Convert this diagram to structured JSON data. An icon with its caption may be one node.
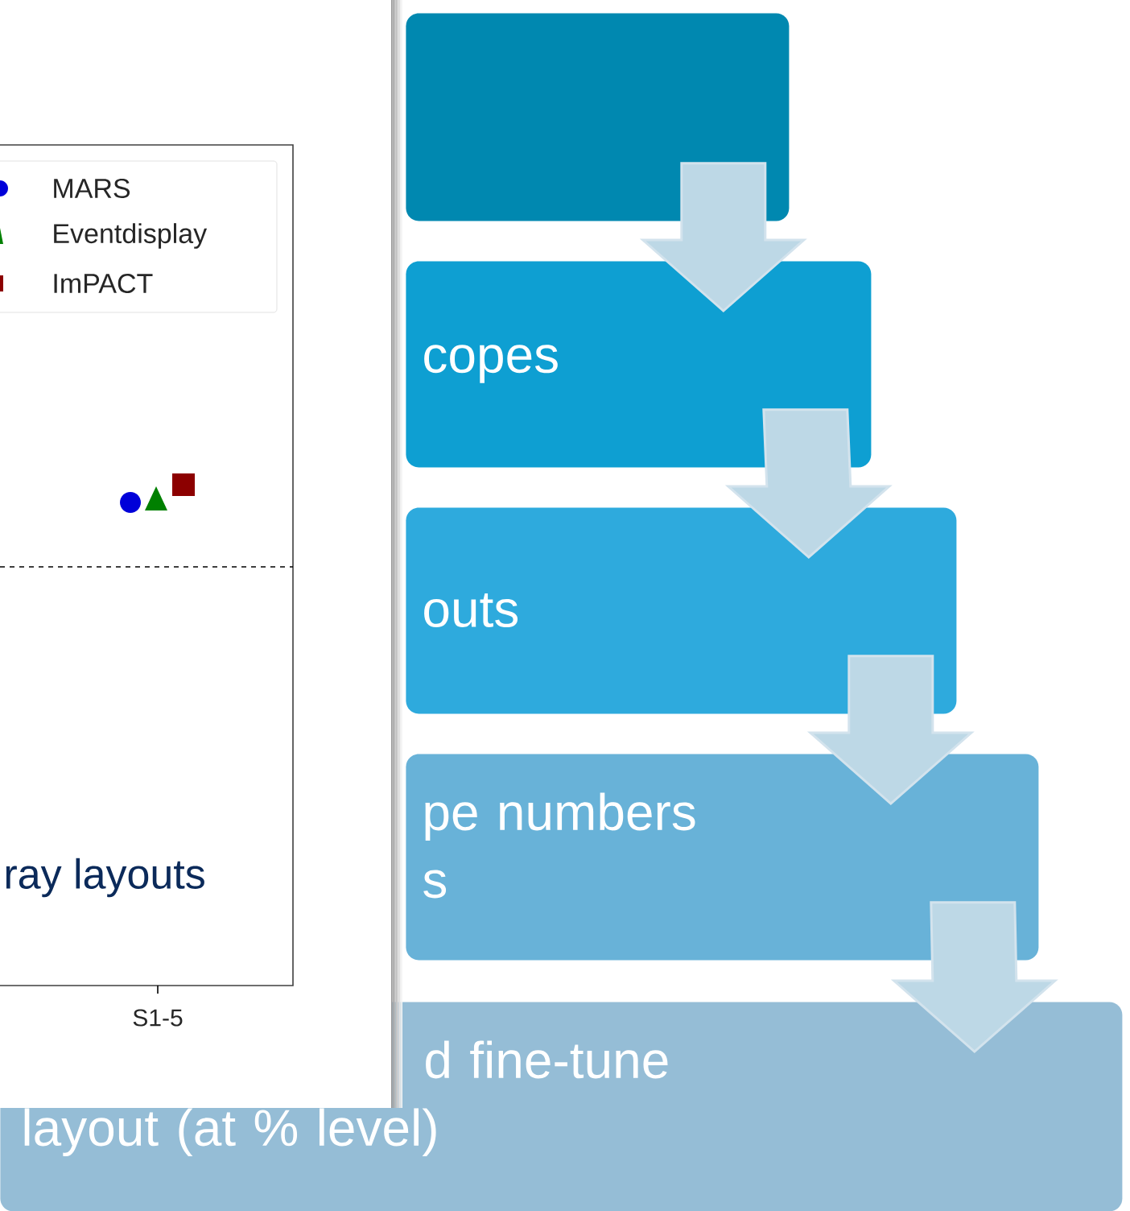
{
  "diagram": {
    "nodes": [
      {
        "text": [],
        "shape": "box"
      },
      {
        "text": [
          "copes"
        ]
      },
      {
        "text": [
          "outs"
        ]
      },
      {
        "text": [
          "pe numbers s"
        ]
      },
      {
        "text": [
          "d fine-tune layout (at % level)"
        ]
      }
    ],
    "edges": [
      {
        "from": 0,
        "to": 1,
        "arrow": "to"
      },
      {
        "from": 1,
        "to": 2,
        "arrow": "to"
      },
      {
        "from": 2,
        "to": 3,
        "arrow": "to"
      },
      {
        "from": 3,
        "to": 4,
        "arrow": "to"
      }
    ],
    "labels": [
      "S1-5",
      "ray layouts"
    ],
    "legend": [
      {
        "text": "MARS"
      },
      {
        "text": "Eventdisplay"
      },
      {
        "text": "ImPACT"
      }
    ]
  }
}
